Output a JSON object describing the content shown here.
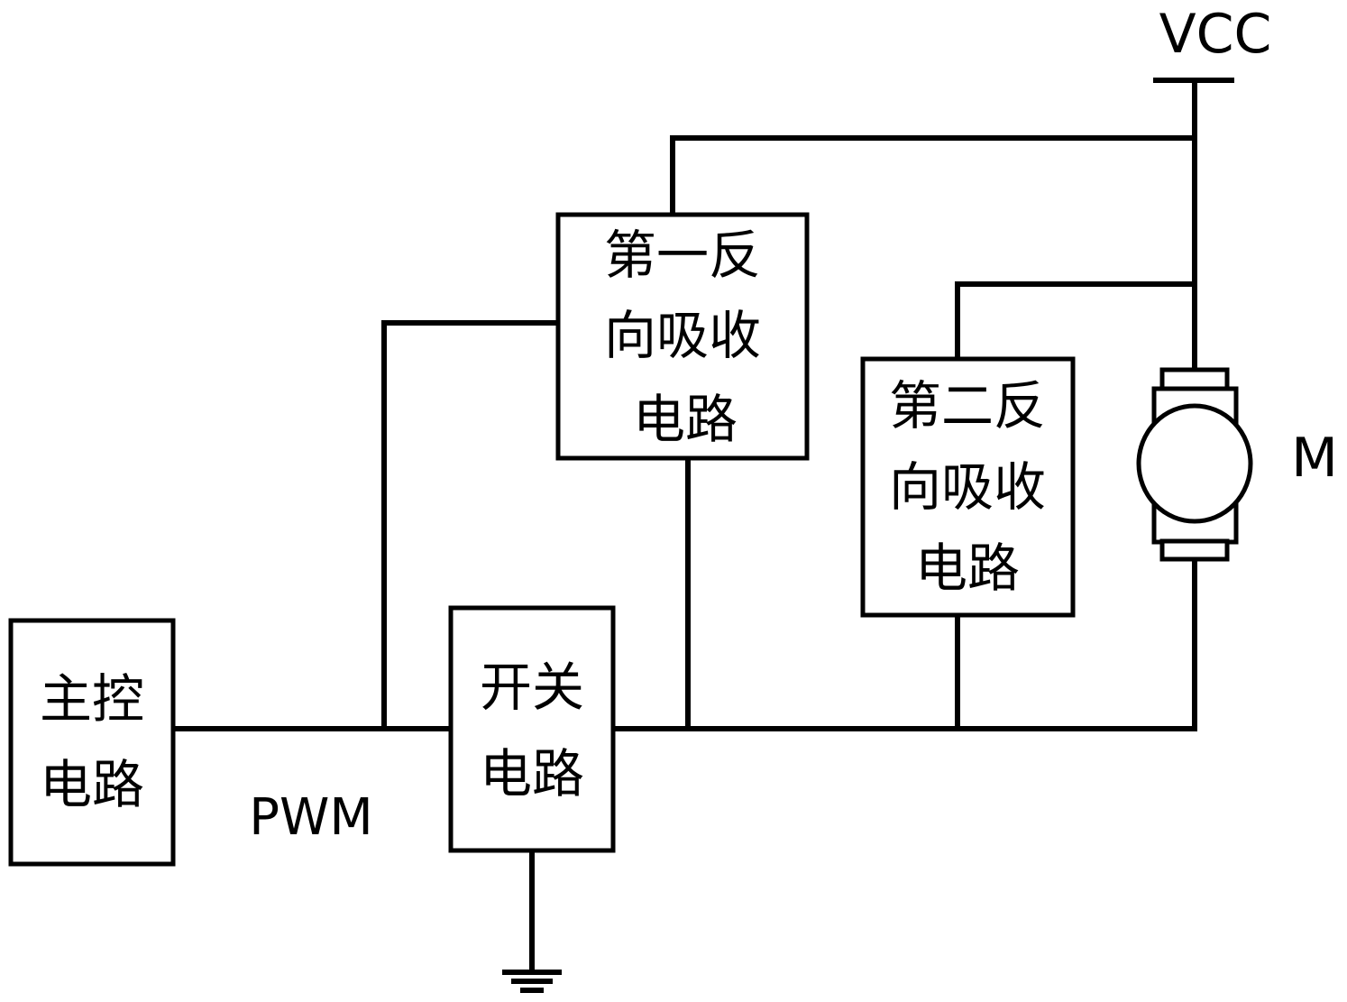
{
  "diagram": {
    "type": "circuit-block-diagram",
    "labels": {
      "vcc": "VCC",
      "motor": "M",
      "pwm": "PWM"
    },
    "blocks": {
      "main_control": {
        "lines": [
          "主控",
          "电路"
        ]
      },
      "switch": {
        "lines": [
          "开关",
          "电路"
        ]
      },
      "first_reverse_absorption": {
        "lines": [
          "第一反",
          "向吸收",
          "电路"
        ]
      },
      "second_reverse_absorption": {
        "lines": [
          "第二反",
          "向吸收",
          "电路"
        ]
      }
    },
    "connections": [
      "main_control -> switch (PWM)",
      "PWM line -> first_reverse_absorption (control input)",
      "VCC -> first_reverse_absorption",
      "VCC -> second_reverse_absorption",
      "VCC -> motor",
      "switch -> first_reverse_absorption",
      "switch -> second_reverse_absorption",
      "switch -> motor",
      "switch -> ground"
    ],
    "colors": {
      "line": "#000000",
      "background": "#ffffff"
    }
  }
}
